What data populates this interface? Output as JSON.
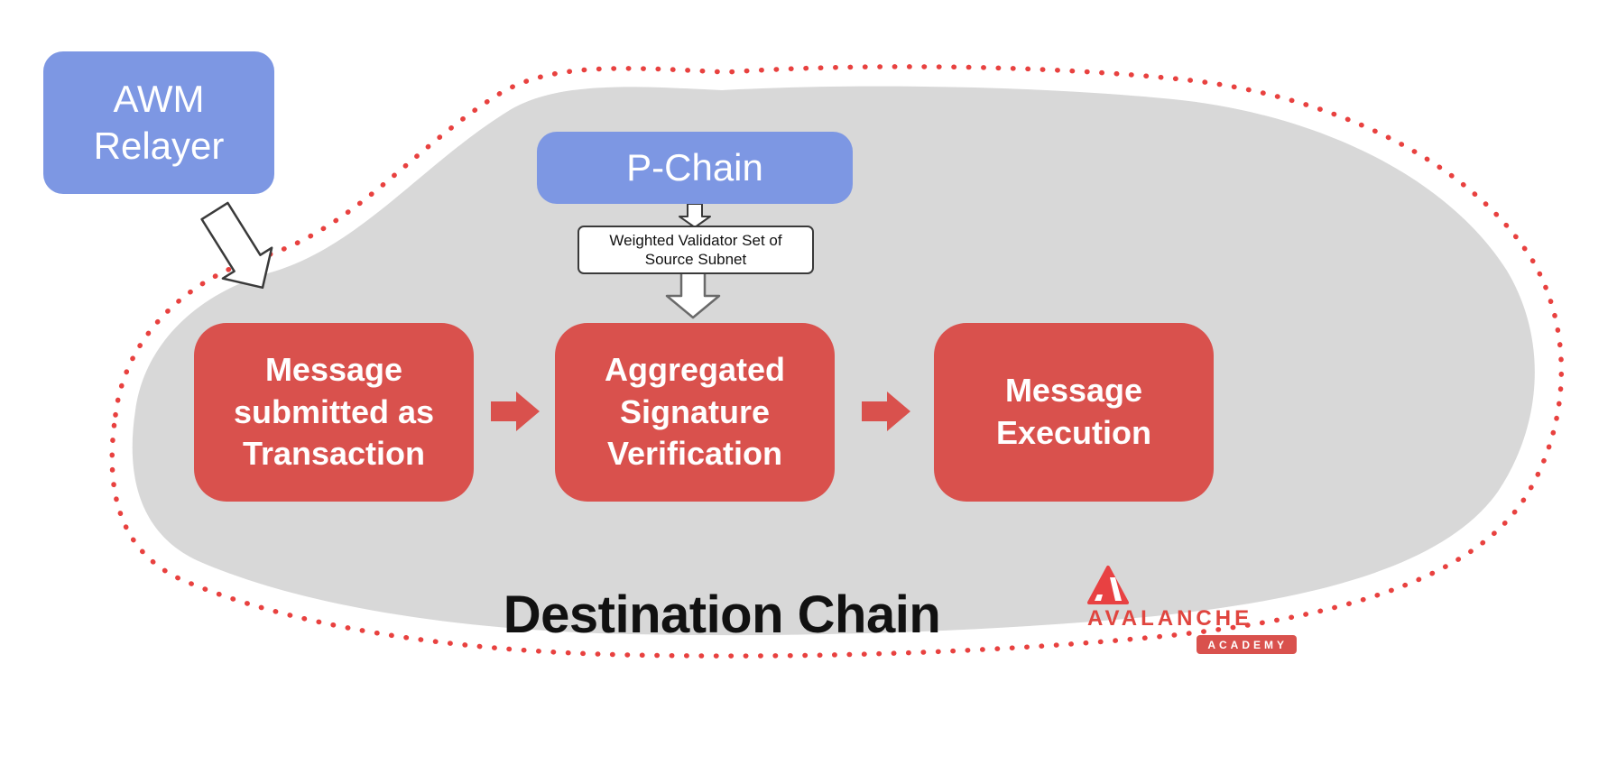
{
  "colors": {
    "node_blue": "#7D97E3",
    "node_red": "#D9514D",
    "region_gray": "#D8D8D8",
    "dotted_border_red": "#E8413F",
    "logo_red": "#E84142",
    "title_text": "#111111"
  },
  "nodes": {
    "awm_relayer": "AWM\nRelayer",
    "p_chain": "P-Chain",
    "validator_set": "Weighted Validator Set of\nSource Subnet"
  },
  "steps": [
    {
      "label": "Message\nsubmitted as\nTransaction"
    },
    {
      "label": "Aggregated\nSignature\nVerification"
    },
    {
      "label": "Message\nExecution"
    }
  ],
  "title": "Destination Chain",
  "logo": {
    "brand": "AVALANCHE",
    "badge": "ACADEMY"
  },
  "icons": {
    "relayer_arrow": "down-right-outline-arrow",
    "pchain_arrow": "down-outline-arrow",
    "validator_arrow": "down-outline-arrow",
    "flow_arrows": "right-solid-arrow"
  }
}
